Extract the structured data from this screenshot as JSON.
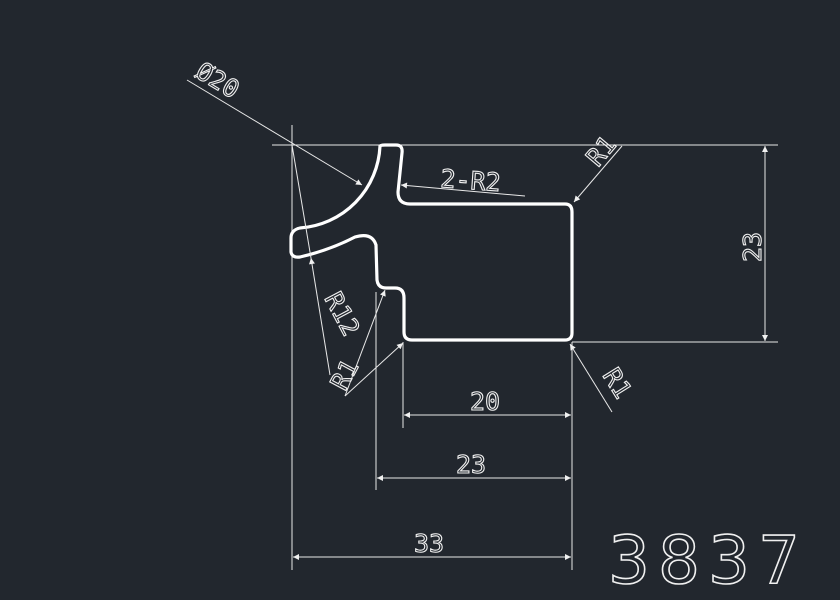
{
  "drawing": {
    "part_number": "3837",
    "colors": {
      "background": "#22272e",
      "lines": "#ffffff"
    },
    "dimensions": {
      "diameter": "Ø20",
      "fillet_inner": "2-R2",
      "radius_top_right": "R1",
      "radius_bottom_right": "R1",
      "radius_left": "R12",
      "radius_left_small": "R1",
      "height": "23",
      "width_20": "20",
      "width_23": "23",
      "width_33": "33"
    }
  }
}
